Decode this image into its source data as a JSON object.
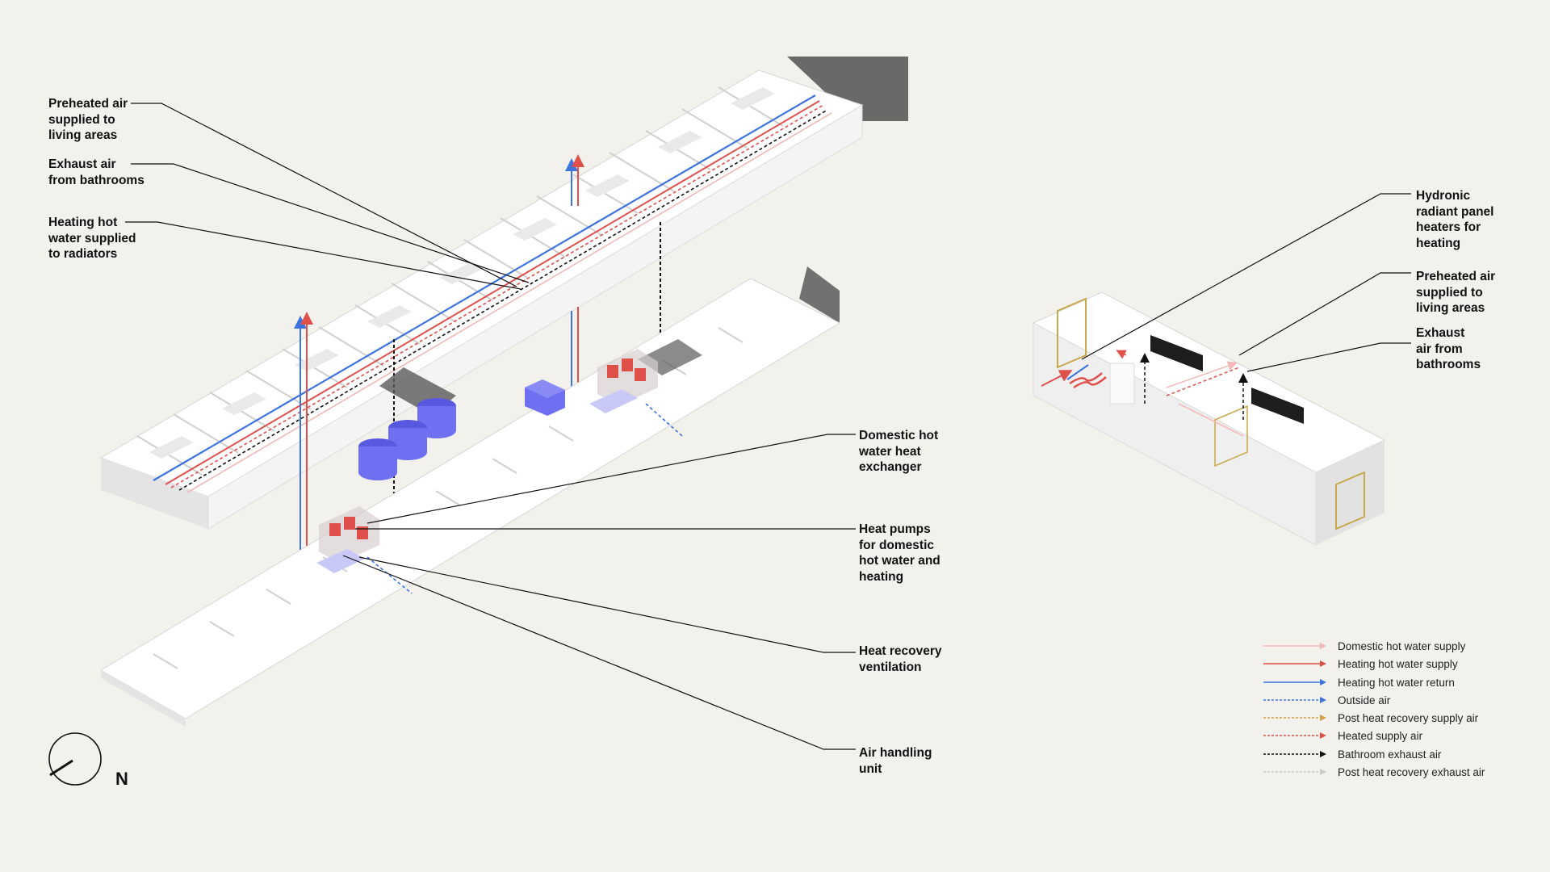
{
  "callouts": {
    "left_preheated": "Preheated air\nsupplied to\nliving areas",
    "left_exhaust": "Exhaust air\nfrom bathrooms",
    "left_heating": "Heating hot\nwater supplied\nto radiators",
    "domestic_hx": "Domestic hot\nwater heat\nexchanger",
    "heat_pumps": "Heat pumps\nfor domestic\nhot water and\nheating",
    "hrv": "Heat recovery\nventilation",
    "ahu": "Air handling\nunit",
    "right_hydronic": "Hydronic\nradiant panel\nheaters for\nheating",
    "right_preheated": "Preheated air\nsupplied to\nliving areas",
    "right_exhaust": "Exhaust\nair from\nbathrooms"
  },
  "compass": {
    "label": "N"
  },
  "legend": [
    {
      "label": "Domestic hot water supply",
      "color": "#f2b8b8",
      "style": "solid"
    },
    {
      "label": "Heating hot water supply",
      "color": "#e0504a",
      "style": "solid"
    },
    {
      "label": "Heating hot water return",
      "color": "#3d74e0",
      "style": "solid"
    },
    {
      "label": "Outside air",
      "color": "#3d74e0",
      "style": "dotted"
    },
    {
      "label": "Post heat recovery supply air",
      "color": "#d4a04a",
      "style": "dotted"
    },
    {
      "label": "Heated supply air",
      "color": "#e0504a",
      "style": "dotted"
    },
    {
      "label": "Bathroom exhaust air",
      "color": "#111111",
      "style": "dotted"
    },
    {
      "label": "Post heat recovery exhaust air",
      "color": "#c9c9c9",
      "style": "dotted"
    }
  ],
  "colors": {
    "background": "#f2f1ec",
    "wall": "#ffffff",
    "wall_side": "#e4e4e4",
    "shadow": "#5a5a5a",
    "tank": "#6f6ff2",
    "heat_pump": "#e0504a"
  }
}
